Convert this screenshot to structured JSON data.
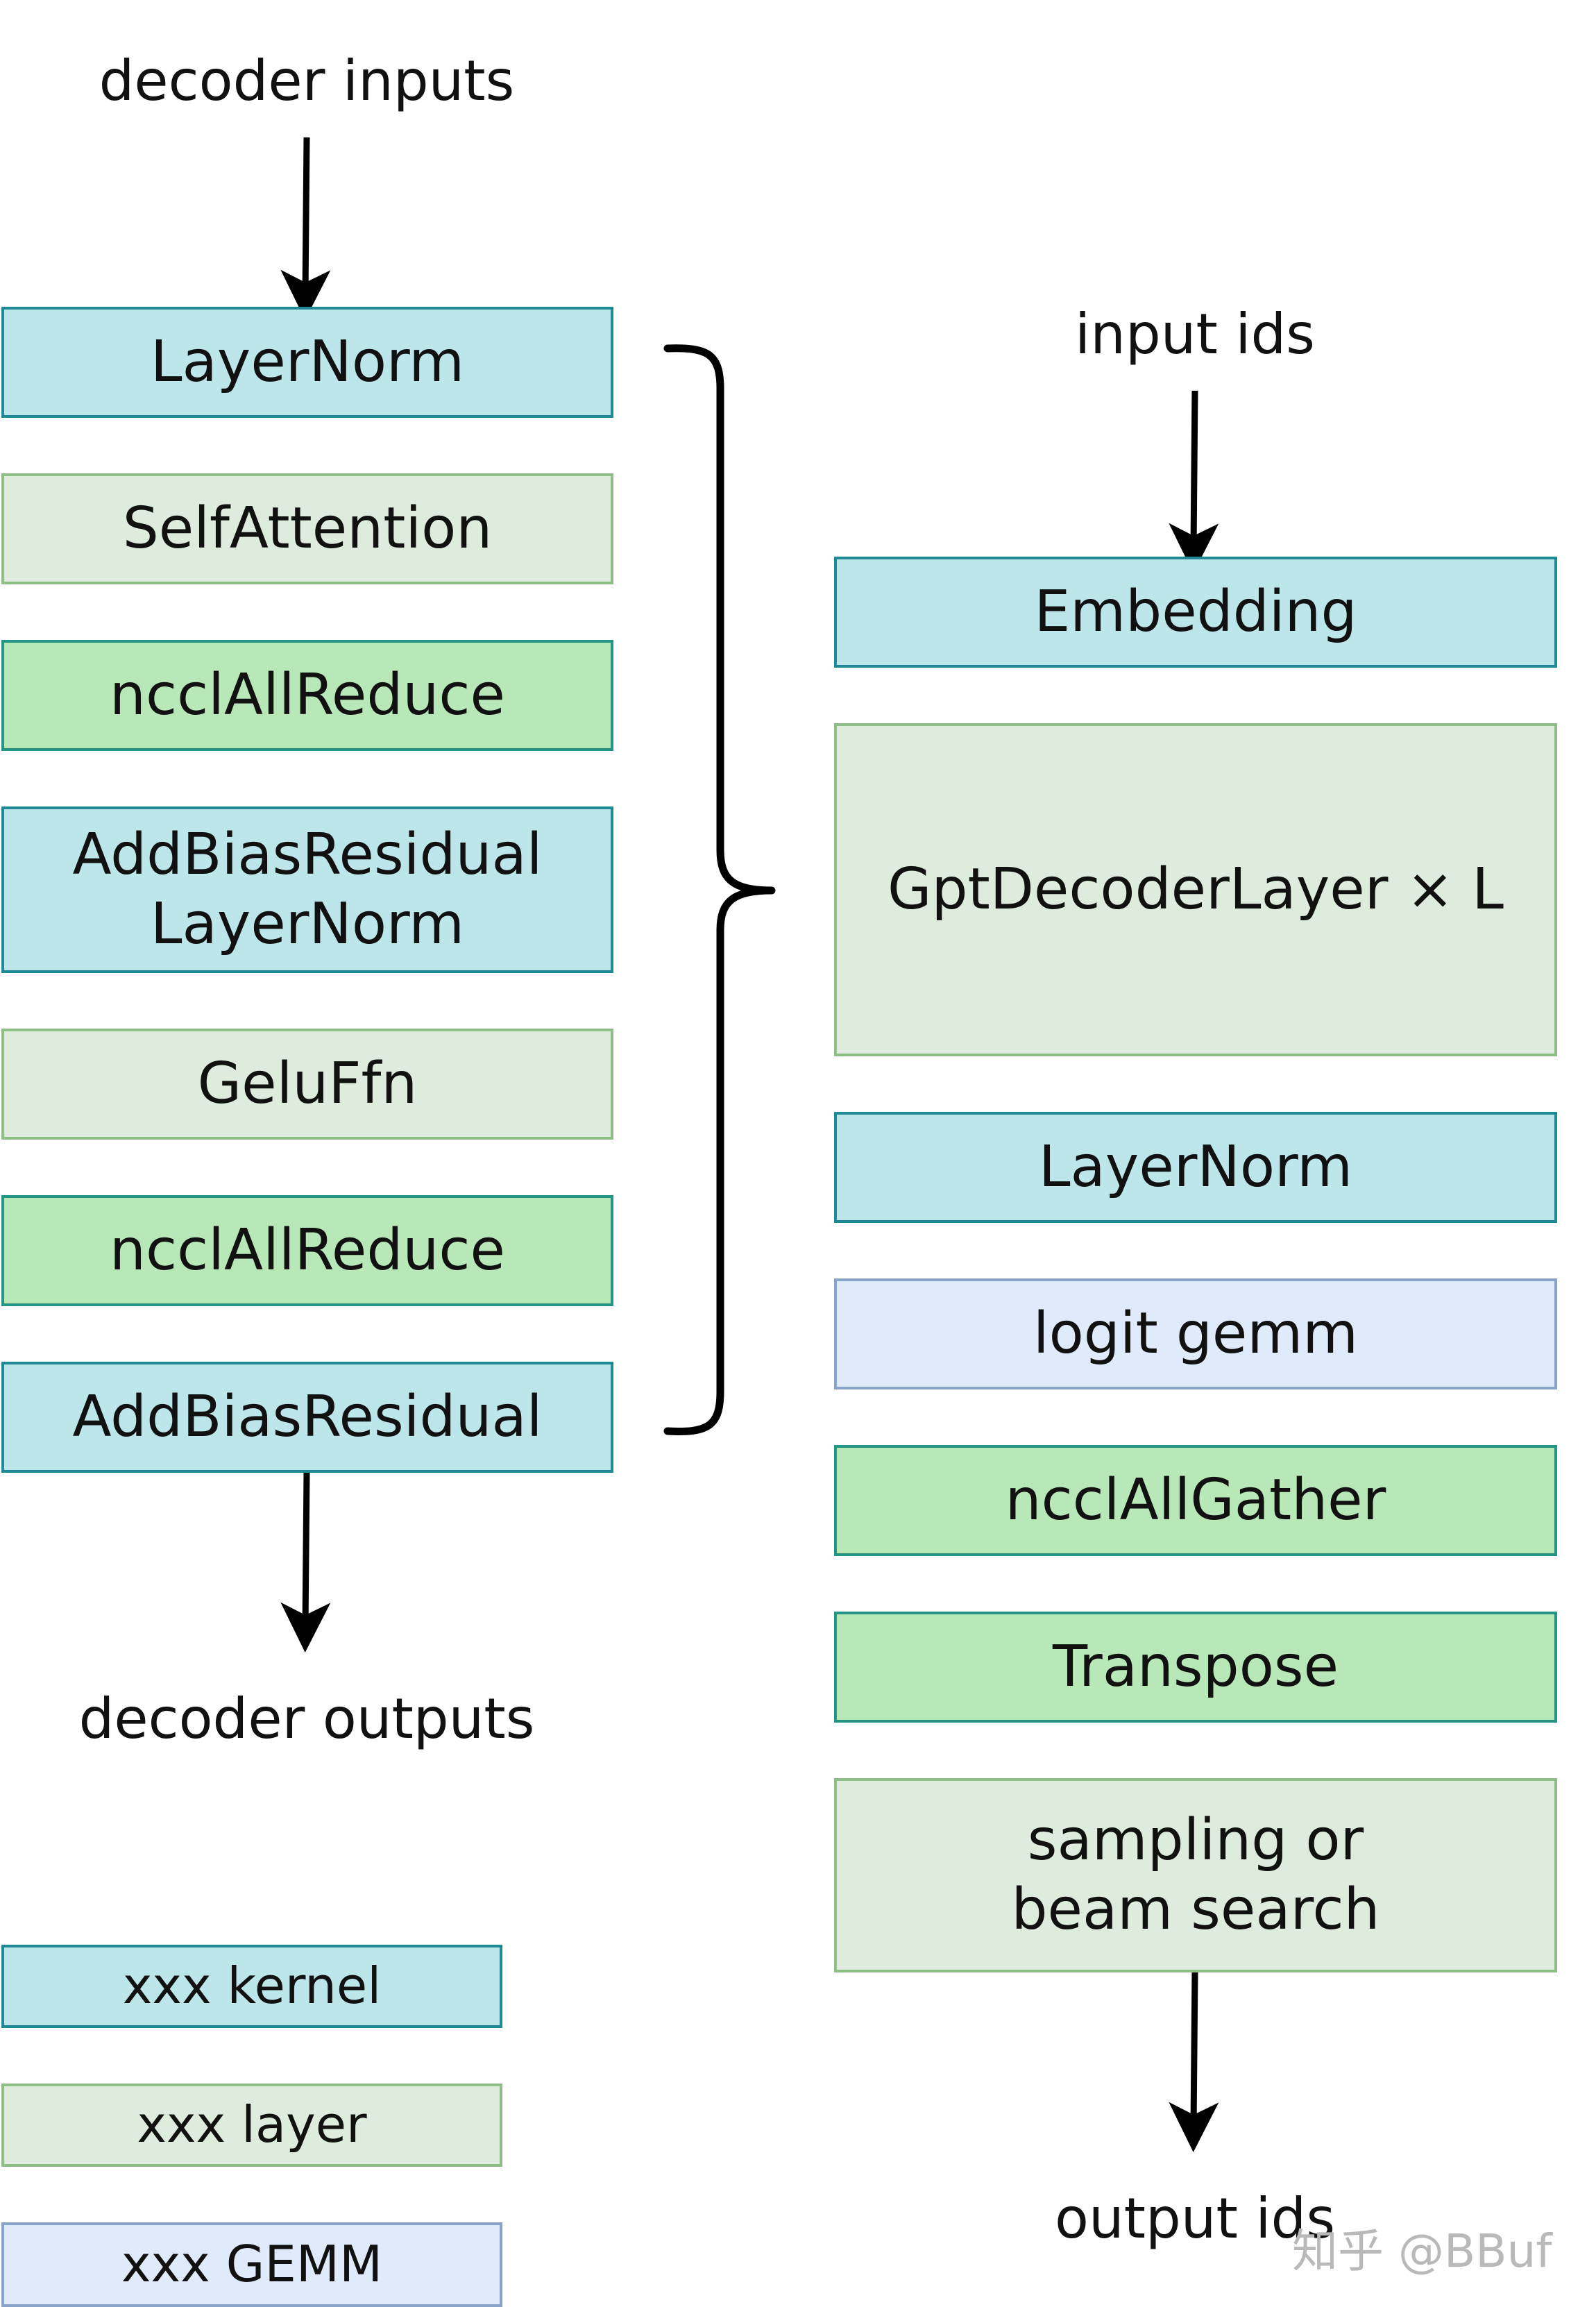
{
  "left": {
    "input_label": "decoder inputs",
    "output_label": "decoder outputs",
    "blocks": [
      {
        "text": "LayerNorm",
        "kind": "kernel"
      },
      {
        "text": "SelfAttention",
        "kind": "layer"
      },
      {
        "text": "ncclAllReduce",
        "kind": "nccl"
      },
      {
        "line1": "AddBiasResidual",
        "line2": "LayerNorm",
        "kind": "kernel"
      },
      {
        "text": "GeluFfn",
        "kind": "layer"
      },
      {
        "text": "ncclAllReduce",
        "kind": "nccl"
      },
      {
        "text": "AddBiasResidual",
        "kind": "kernel"
      }
    ]
  },
  "right": {
    "input_label": "input ids",
    "output_label": "output ids",
    "blocks": [
      {
        "text": "Embedding",
        "kind": "kernel"
      },
      {
        "text": "GptDecoderLayer × L",
        "kind": "layer"
      },
      {
        "text": "LayerNorm",
        "kind": "kernel"
      },
      {
        "text": "logit gemm",
        "kind": "gemm"
      },
      {
        "text": "ncclAllGather",
        "kind": "nccl"
      },
      {
        "text": "Transpose",
        "kind": "nccl"
      },
      {
        "line1": "sampling or",
        "line2": "beam search",
        "kind": "layer"
      }
    ]
  },
  "legend": [
    {
      "text": "xxx kernel",
      "kind": "kernel"
    },
    {
      "text": "xxx layer",
      "kind": "layer"
    },
    {
      "text": "xxx GEMM",
      "kind": "gemm"
    }
  ],
  "colors": {
    "kernel_fill": "#bde6ea",
    "kernel_border": "#1d8a96",
    "layer_fill": "#ddecdc",
    "layer_border": "#8fbd86",
    "nccl_fill": "#b8e8b8",
    "nccl_border": "#239485",
    "gemm_fill": "#dfebfa",
    "gemm_border": "#8aa4c8"
  },
  "watermark": "知乎 @BBuf"
}
